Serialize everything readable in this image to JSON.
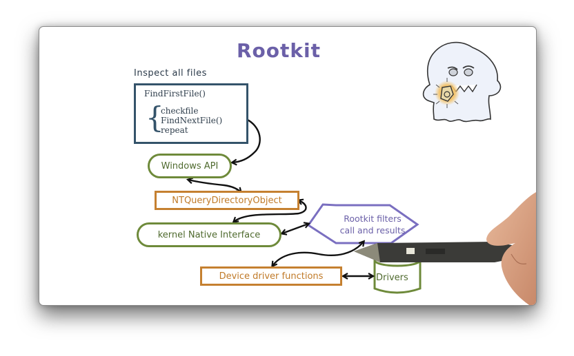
{
  "slide": {
    "title": "Rootkit",
    "inspect_label": "Inspect all files",
    "code_box": {
      "first_line": "FindFirstFile()",
      "loop_lines": [
        "checkfile",
        "FindNextFile()",
        "repeat"
      ]
    },
    "nodes": {
      "windows_api": "Windows API",
      "ntquery": "NTQueryDirectoryObject",
      "kernel": "kernel Native Interface",
      "rootkit_filter_line1": "Rootkit filters",
      "rootkit_filter_line2": "call and results",
      "device_driver": "Device driver functions",
      "drivers": "Drivers"
    },
    "illustrations": {
      "ghost": "ghost-with-lantern",
      "hand": "hand-holding-stylus"
    }
  },
  "colors": {
    "title_purple": "#6b60a8",
    "code_box_blue": "#34536a",
    "pill_green": "#6e8a3a",
    "box_orange": "#c58030",
    "arrow_black": "#111111"
  }
}
